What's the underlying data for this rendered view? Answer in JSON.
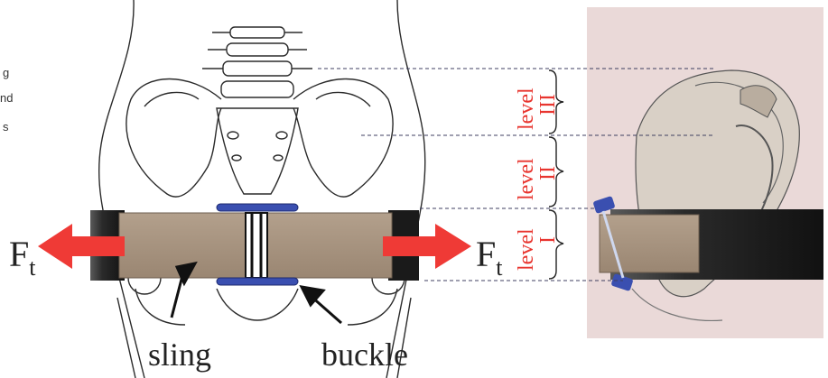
{
  "margin_text": [
    "g",
    "nd",
    "s"
  ],
  "labels": {
    "force": "F",
    "force_sub": "t",
    "sling": "sling",
    "buckle": "buckle"
  },
  "levels": [
    {
      "word": "level",
      "numeral": "I"
    },
    {
      "word": "level",
      "numeral": "II"
    },
    {
      "word": "level",
      "numeral": "III"
    }
  ],
  "colors": {
    "level_text": "#e8352f",
    "arrow": "#ef3a36",
    "sling": "#a89480",
    "strap": "#1c1c1c",
    "buckle": "#3a4fb0",
    "pelvis_bg": "#ead9d8"
  },
  "icons": [
    "left-arrow-icon",
    "right-arrow-icon",
    "pointer-arrow-icon"
  ]
}
